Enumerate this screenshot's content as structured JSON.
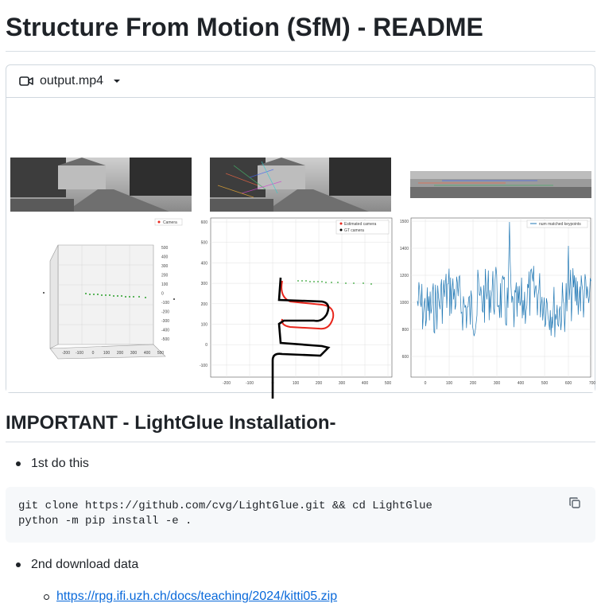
{
  "page": {
    "title": "Structure From Motion (SfM) - README"
  },
  "video": {
    "file_name": "output.mp4",
    "icon": "video-icon",
    "dropdown_icon": "caret-down-icon",
    "panels": {
      "camera_legend": "Camera",
      "trajectory_legend_1": "Estimated camera",
      "trajectory_legend_2": "GT camera",
      "keypoints_legend": "num matched keypoints",
      "traj_yticks": [
        "600",
        "500",
        "400",
        "300",
        "200",
        "100",
        "0",
        "-100"
      ],
      "traj_xticks": [
        "-200",
        "-100",
        "0",
        "100",
        "200",
        "300",
        "400",
        "500"
      ],
      "kp_yticks": [
        "1500",
        "1400",
        "1200",
        "1000",
        "800",
        "600"
      ],
      "kp_xticks": [
        "0",
        "100",
        "200",
        "300",
        "400",
        "500",
        "600",
        "700"
      ],
      "cloud_xticks": [
        "-200",
        "-100",
        "0",
        "100",
        "200",
        "300",
        "400",
        "500"
      ],
      "cloud_zticks": [
        "500",
        "400",
        "300",
        "200",
        "100",
        "0",
        "-100",
        "-200",
        "-300",
        "-400",
        "-500"
      ]
    }
  },
  "section": {
    "heading": "IMPORTANT - LightGlue Installation-"
  },
  "steps": [
    {
      "label": "1st do this"
    },
    {
      "label": "2nd download data"
    }
  ],
  "code": {
    "lines": [
      "git clone https://github.com/cvg/LightGlue.git && cd LightGlue",
      "python -m pip install -e ."
    ],
    "copy_icon": "copy-icon"
  },
  "links": {
    "data_url": "https://rpg.ifi.uzh.ch/docs/teaching/2024/kitti05.zip"
  },
  "colors": {
    "text": "#1f2328",
    "border": "#d0d7de",
    "code_bg": "#f6f8fa",
    "link": "#0969da",
    "estimated": "#e8261c",
    "ground_truth": "#000000",
    "points": "#2ca02c",
    "keypoints": "#1f77b4"
  }
}
